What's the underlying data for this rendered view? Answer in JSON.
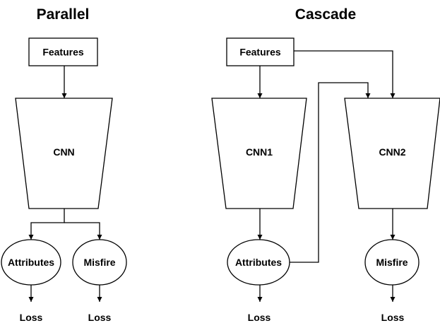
{
  "parallel": {
    "title": "Parallel",
    "features": "Features",
    "cnn": "CNN",
    "attributes": "Attributes",
    "misfire": "Misfire",
    "loss_attributes": "Loss",
    "loss_misfire": "Loss"
  },
  "cascade": {
    "title": "Cascade",
    "features": "Features",
    "cnn1": "CNN1",
    "cnn2": "CNN2",
    "attributes": "Attributes",
    "misfire": "Misfire",
    "loss_attributes": "Loss",
    "loss_misfire": "Loss"
  }
}
